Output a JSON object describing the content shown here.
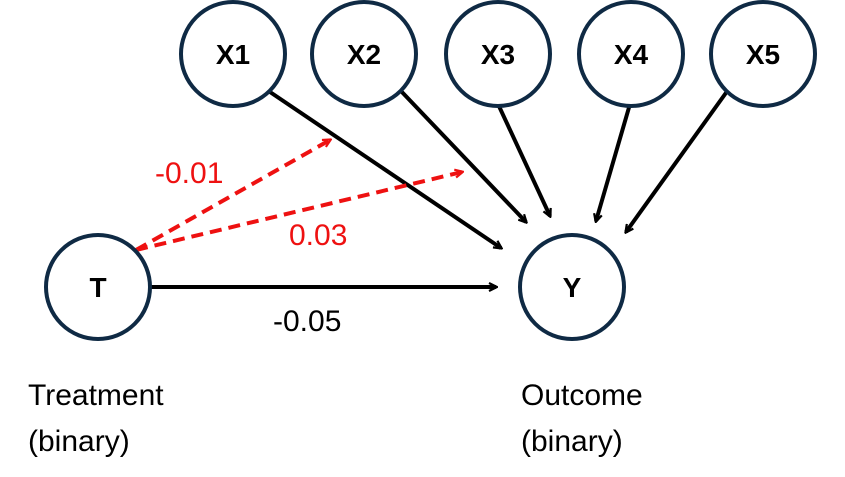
{
  "colors": {
    "node_stroke": "#0f2a44",
    "edge_solid": "#000000",
    "edge_dashed": "#ee1111"
  },
  "nodes": {
    "x1": "X1",
    "x2": "X2",
    "x3": "X3",
    "x4": "X4",
    "x5": "X5",
    "t": "T",
    "y": "Y"
  },
  "edges": {
    "t_to_y": "-0.05",
    "t_to_x1": "-0.01",
    "t_to_x3": "0.03"
  },
  "captions": {
    "treatment": "Treatment",
    "treatment_type": "(binary)",
    "outcome": "Outcome",
    "outcome_type": "(binary)"
  }
}
